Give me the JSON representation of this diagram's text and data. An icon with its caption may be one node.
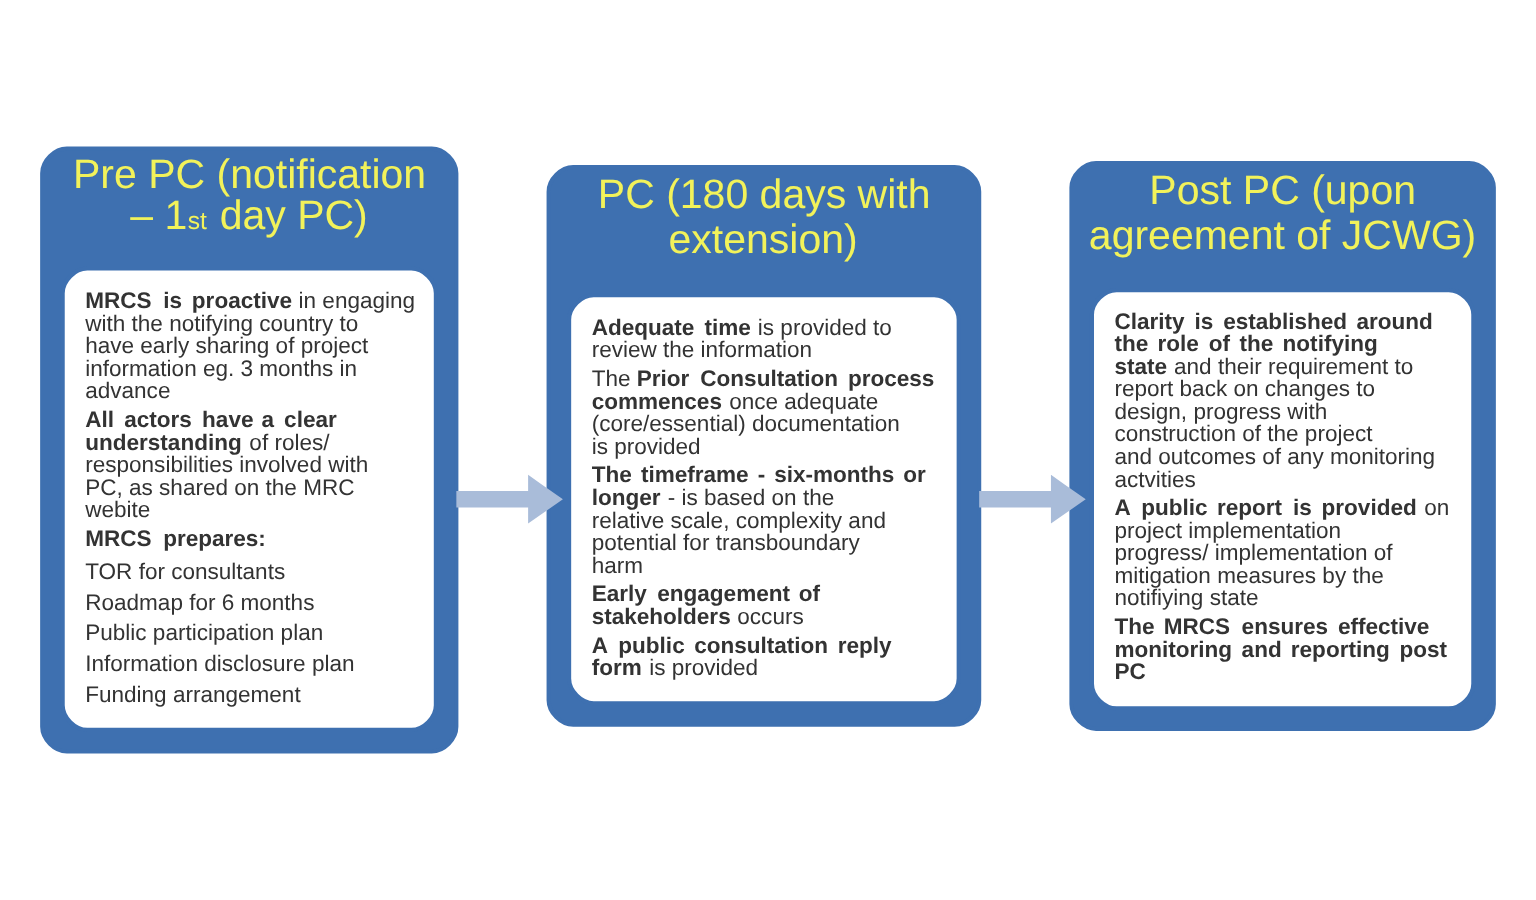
{
  "diagram": {
    "nodes": [
      {
        "text": [
          "Pre PC (notification – 1$^{st}$ day PC)"
        ]
      },
      {
        "text": [
          "**MRCS is proactive** in engaging with the notifying country to have early sharing of project information eg. 3 months in advance",
          "**All actors have a clear understanding** of roles/ responsibilities involved with PC, as shared on the MRC webite",
          "**MRCS prepares:**",
          "TOR for consultants",
          "Roadmap for 6 months",
          "Public participation plan",
          "Information disclosure plan",
          "Funding arrangement"
        ],
        "in": 0
      },
      {
        "text": [
          "PC (180 days with extension)"
        ]
      },
      {
        "text": [
          "**Adequate time** is provided to review the information",
          "The **Prior Consultation process commences** once adequate (core/essential) documentation is provided",
          "**The timeframe - six-months or longer** - is based on the relative scale, complexity and potential for transboundary harm",
          "**Early engagement of stakeholders** occurs",
          "**A public consultation reply form** is provided"
        ],
        "in": 2
      },
      {
        "text": [
          "Post PC (upon agreement of JCWG)"
        ]
      },
      {
        "text": [
          "**Clarity is established around the role of the notifying state** and their requirement to report back on changes to design, progress with construction of the project and outcomes of any monitoring actvities",
          "**A public report is provided** on project implementation progress/ implementation of mitigation measures by the notifiying state",
          "**The MRCS ensures effective monitoring and reporting post PC**"
        ],
        "in": 4
      }
    ],
    "edges": [
      {
        "from": 0,
        "to": 2,
        "arrow": "to"
      },
      {
        "from": 2,
        "to": 4,
        "arrow": "to"
      }
    ]
  }
}
